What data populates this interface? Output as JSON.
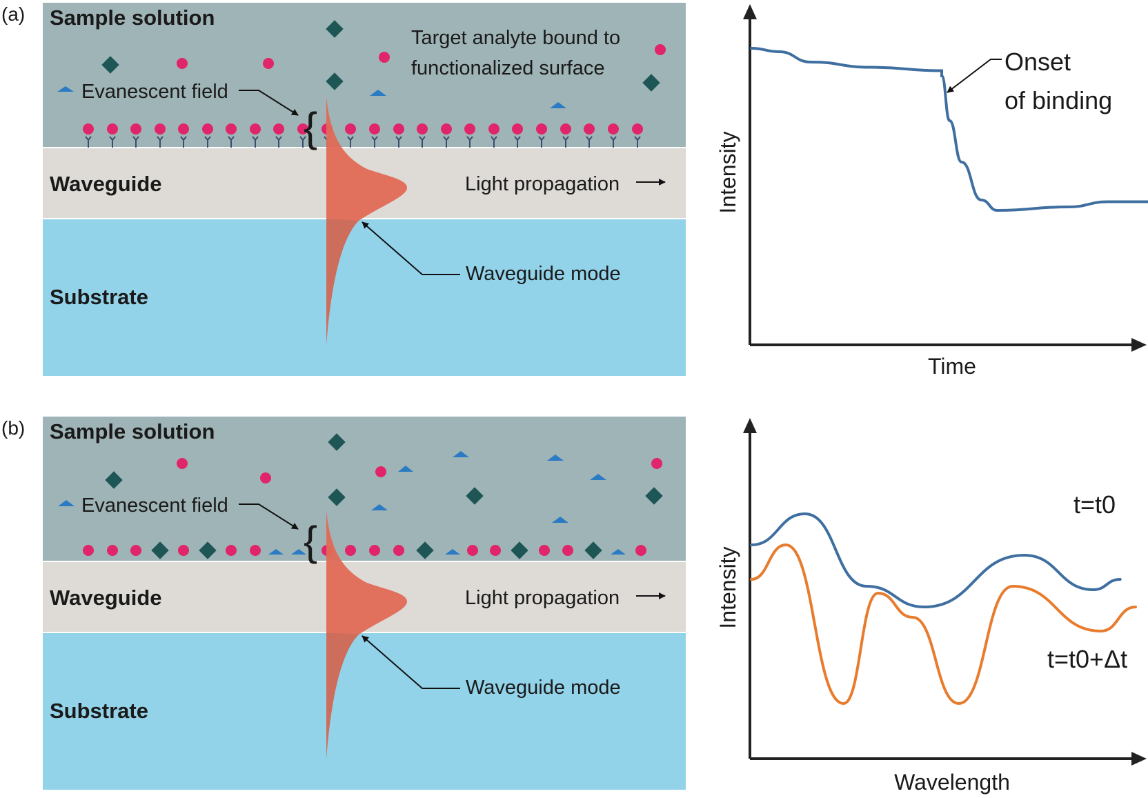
{
  "panel_a": {
    "tag": "(a)",
    "sample_solution": "Sample solution",
    "target_text_line1": "Target analyte bound to",
    "target_text_line2": "functionalized surface",
    "evanescent": "Evanescent field",
    "waveguide": "Waveguide",
    "light": "Light propagation",
    "mode": "Waveguide mode",
    "substrate": "Substrate",
    "chart_ylabel": "Intensity",
    "chart_xlabel": "Time",
    "onset_line1": "Onset",
    "onset_line2": "of binding"
  },
  "panel_b": {
    "tag": "(b)",
    "sample_solution": "Sample solution",
    "evanescent": "Evanescent field",
    "waveguide": "Waveguide",
    "light": "Light propagation",
    "mode": "Waveguide mode",
    "substrate": "Substrate",
    "chart_ylabel": "Intensity",
    "chart_xlabel": "Wavelength",
    "legend_t0": "t=t0",
    "legend_t1": "t=t0+Δt"
  },
  "colors": {
    "solution": "#9fb4b6",
    "waveguide": "#dedbd6",
    "substrate": "#93d3ea",
    "mode": "#e06a56",
    "analyte_diamond": "#1e5555",
    "analyte_dot": "#e0256a",
    "analyte_triangle": "#2a7bc4",
    "curve_blue": "#3f6fa0",
    "curve_orange": "#e87c2e"
  },
  "chart_data": [
    {
      "type": "line",
      "xlabel": "Time",
      "ylabel": "Intensity",
      "annotation": "Onset of binding",
      "series": [
        {
          "values": [
            [
              0,
              0.86
            ],
            [
              0.07,
              0.85
            ],
            [
              0.15,
              0.82
            ],
            [
              0.3,
              0.805
            ],
            [
              0.48,
              0.795
            ],
            [
              0.48,
              0.78
            ],
            [
              0.5,
              0.65
            ],
            [
              0.53,
              0.53
            ],
            [
              0.58,
              0.42
            ],
            [
              0.62,
              0.39
            ],
            [
              0.8,
              0.4
            ],
            [
              0.9,
              0.415
            ],
            [
              1.0,
              0.415
            ]
          ]
        }
      ]
    },
    {
      "type": "line",
      "xlabel": "Wavelength",
      "ylabel": "Intensity",
      "series": [
        {
          "name": "t=t0",
          "values": [
            [
              0,
              0.62
            ],
            [
              0.14,
              0.71
            ],
            [
              0.3,
              0.5
            ],
            [
              0.45,
              0.44
            ],
            [
              0.71,
              0.59
            ],
            [
              0.89,
              0.49
            ],
            [
              0.96,
              0.52
            ]
          ]
        },
        {
          "name": "t=t0+Δt",
          "values": [
            [
              0,
              0.52
            ],
            [
              0.09,
              0.62
            ],
            [
              0.24,
              0.16
            ],
            [
              0.33,
              0.48
            ],
            [
              0.42,
              0.41
            ],
            [
              0.54,
              0.16
            ],
            [
              0.68,
              0.5
            ],
            [
              0.91,
              0.37
            ],
            [
              1.0,
              0.44
            ]
          ]
        }
      ]
    }
  ]
}
